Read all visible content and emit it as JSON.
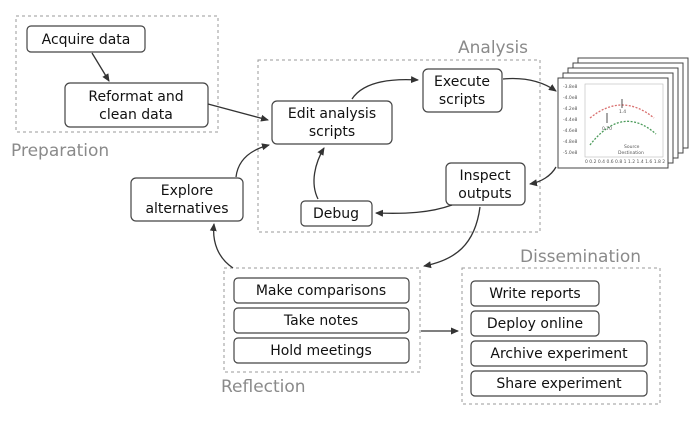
{
  "regions": {
    "preparation": "Preparation",
    "analysis": "Analysis",
    "reflection": "Reflection",
    "dissemination": "Dissemination"
  },
  "nodes": {
    "acquire": [
      "Acquire data"
    ],
    "reformat": [
      "Reformat and",
      "clean data"
    ],
    "edit": [
      "Edit analysis",
      "scripts"
    ],
    "execute": [
      "Execute",
      "scripts"
    ],
    "inspect": [
      "Inspect",
      "outputs"
    ],
    "debug": [
      "Debug"
    ],
    "explore": [
      "Explore",
      "alternatives"
    ],
    "comparisons": [
      "Make comparisons"
    ],
    "notes": [
      "Take notes"
    ],
    "meetings": [
      "Hold meetings"
    ],
    "reports": [
      "Write reports"
    ],
    "deploy": [
      "Deploy online"
    ],
    "archive": [
      "Archive experiment"
    ],
    "share": [
      "Share experiment"
    ]
  },
  "plot_thumbnail": {
    "y_ticks": [
      "-3.8e8",
      "-4.0e8",
      "-4.2e8",
      "-4.4e8",
      "-4.6e8",
      "-4.8e8",
      "-5.0e8"
    ],
    "x_ticks": "0 0.2 0.4 0.6 0.8 1 1.2 1.4 1.6 1.8 2",
    "annotation_top": "1.4",
    "annotation_mid": "0.70",
    "legend_line1": "Source",
    "legend_line2": "Destination"
  },
  "colors": {
    "series_red": "#d9706f",
    "series_green": "#4c9b5b"
  }
}
